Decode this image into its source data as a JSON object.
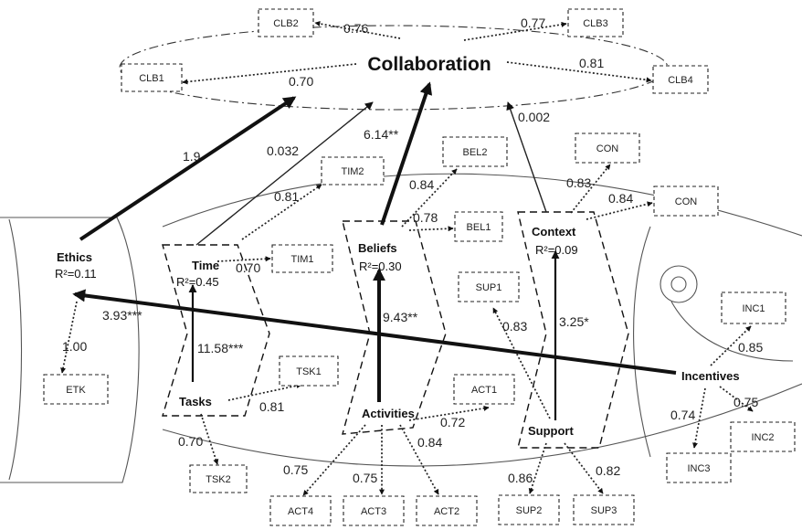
{
  "constructs": {
    "collaboration": "Collaboration",
    "ethics": "Ethics",
    "ethics_r2": "R²=0.11",
    "time": "Time",
    "time_r2": "R²=0.45",
    "beliefs": "Beliefs",
    "beliefs_r2": "R²=0.30",
    "context": "Context",
    "context_r2": "R²=0.09",
    "tasks": "Tasks",
    "activities": "Activities",
    "support": "Support",
    "incentives": "Incentives"
  },
  "indicators": {
    "clb1": "CLB1",
    "clb2": "CLB2",
    "clb3": "CLB3",
    "clb4": "CLB4",
    "tim1": "TIM1",
    "tim2": "TIM2",
    "bel1": "BEL1",
    "bel2": "BEL2",
    "con_top": "CON",
    "con_right": "CON",
    "sup1": "SUP1",
    "sup2": "SUP2",
    "sup3": "SUP3",
    "etk": "ETK",
    "tsk1": "TSK1",
    "tsk2": "TSK2",
    "act1": "ACT1",
    "act2": "ACT2",
    "act3": "ACT3",
    "act4": "ACT4",
    "inc1": "INC1",
    "inc2": "INC2",
    "inc3": "INC3"
  },
  "coefficients": {
    "clb1": "0.70",
    "clb2": "0.76",
    "clb3": "0.77",
    "clb4": "0.81",
    "ethics_collaboration": "1.9",
    "time_collaboration": "0.032",
    "beliefs_collaboration": "6.14**",
    "context_collaboration": "0.002",
    "tim1": "0.70",
    "tim2": "0.81",
    "bel1": "0.78",
    "bel2": "0.84",
    "con_top": "0.83",
    "con_right": "0.84",
    "incentives_ethics": "3.93***",
    "activities_beliefs": "9.43**",
    "support_context": "3.25*",
    "tasks_time": "11.58***",
    "sup1": "0.83",
    "sup2": "0.86",
    "sup3": "0.82",
    "etk": "1.00",
    "tsk1": "0.81",
    "tsk2": "0.70",
    "act1": "0.72",
    "act2": "0.84",
    "act3": "0.75",
    "act4": "0.75",
    "inc1": "0.85",
    "inc2": "0.75",
    "inc3": "0.74"
  }
}
